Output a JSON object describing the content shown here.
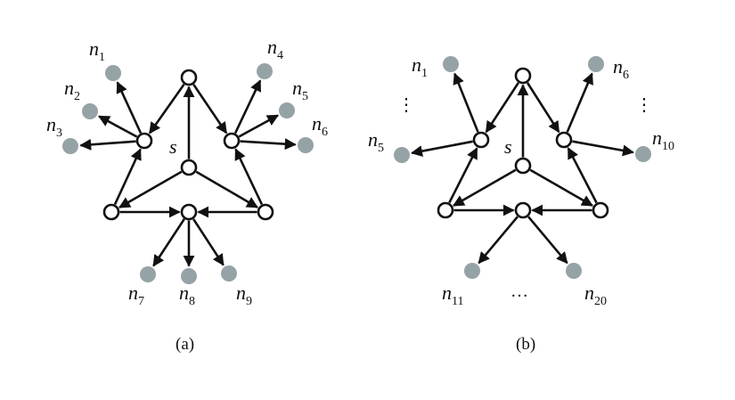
{
  "panels": [
    {
      "id": "a",
      "caption": "(a)",
      "source_label": "s",
      "leaf_labels": [
        {
          "base": "n",
          "sub": "1"
        },
        {
          "base": "n",
          "sub": "2"
        },
        {
          "base": "n",
          "sub": "3"
        },
        {
          "base": "n",
          "sub": "4"
        },
        {
          "base": "n",
          "sub": "5"
        },
        {
          "base": "n",
          "sub": "6"
        },
        {
          "base": "n",
          "sub": "7"
        },
        {
          "base": "n",
          "sub": "8"
        },
        {
          "base": "n",
          "sub": "9"
        }
      ],
      "ellipses": []
    },
    {
      "id": "b",
      "caption": "(b)",
      "source_label": "s",
      "leaf_labels": [
        {
          "base": "n",
          "sub": "1"
        },
        {
          "base": "n",
          "sub": "5"
        },
        {
          "base": "n",
          "sub": "6"
        },
        {
          "base": "n",
          "sub": "10"
        },
        {
          "base": "n",
          "sub": "11"
        },
        {
          "base": "n",
          "sub": "20"
        }
      ],
      "ellipses": [
        "⋮",
        "⋮",
        "…"
      ]
    }
  ],
  "colors": {
    "edge": "#111111",
    "hub_fill": "#ffffff",
    "leaf_fill": "#95a3a6"
  }
}
